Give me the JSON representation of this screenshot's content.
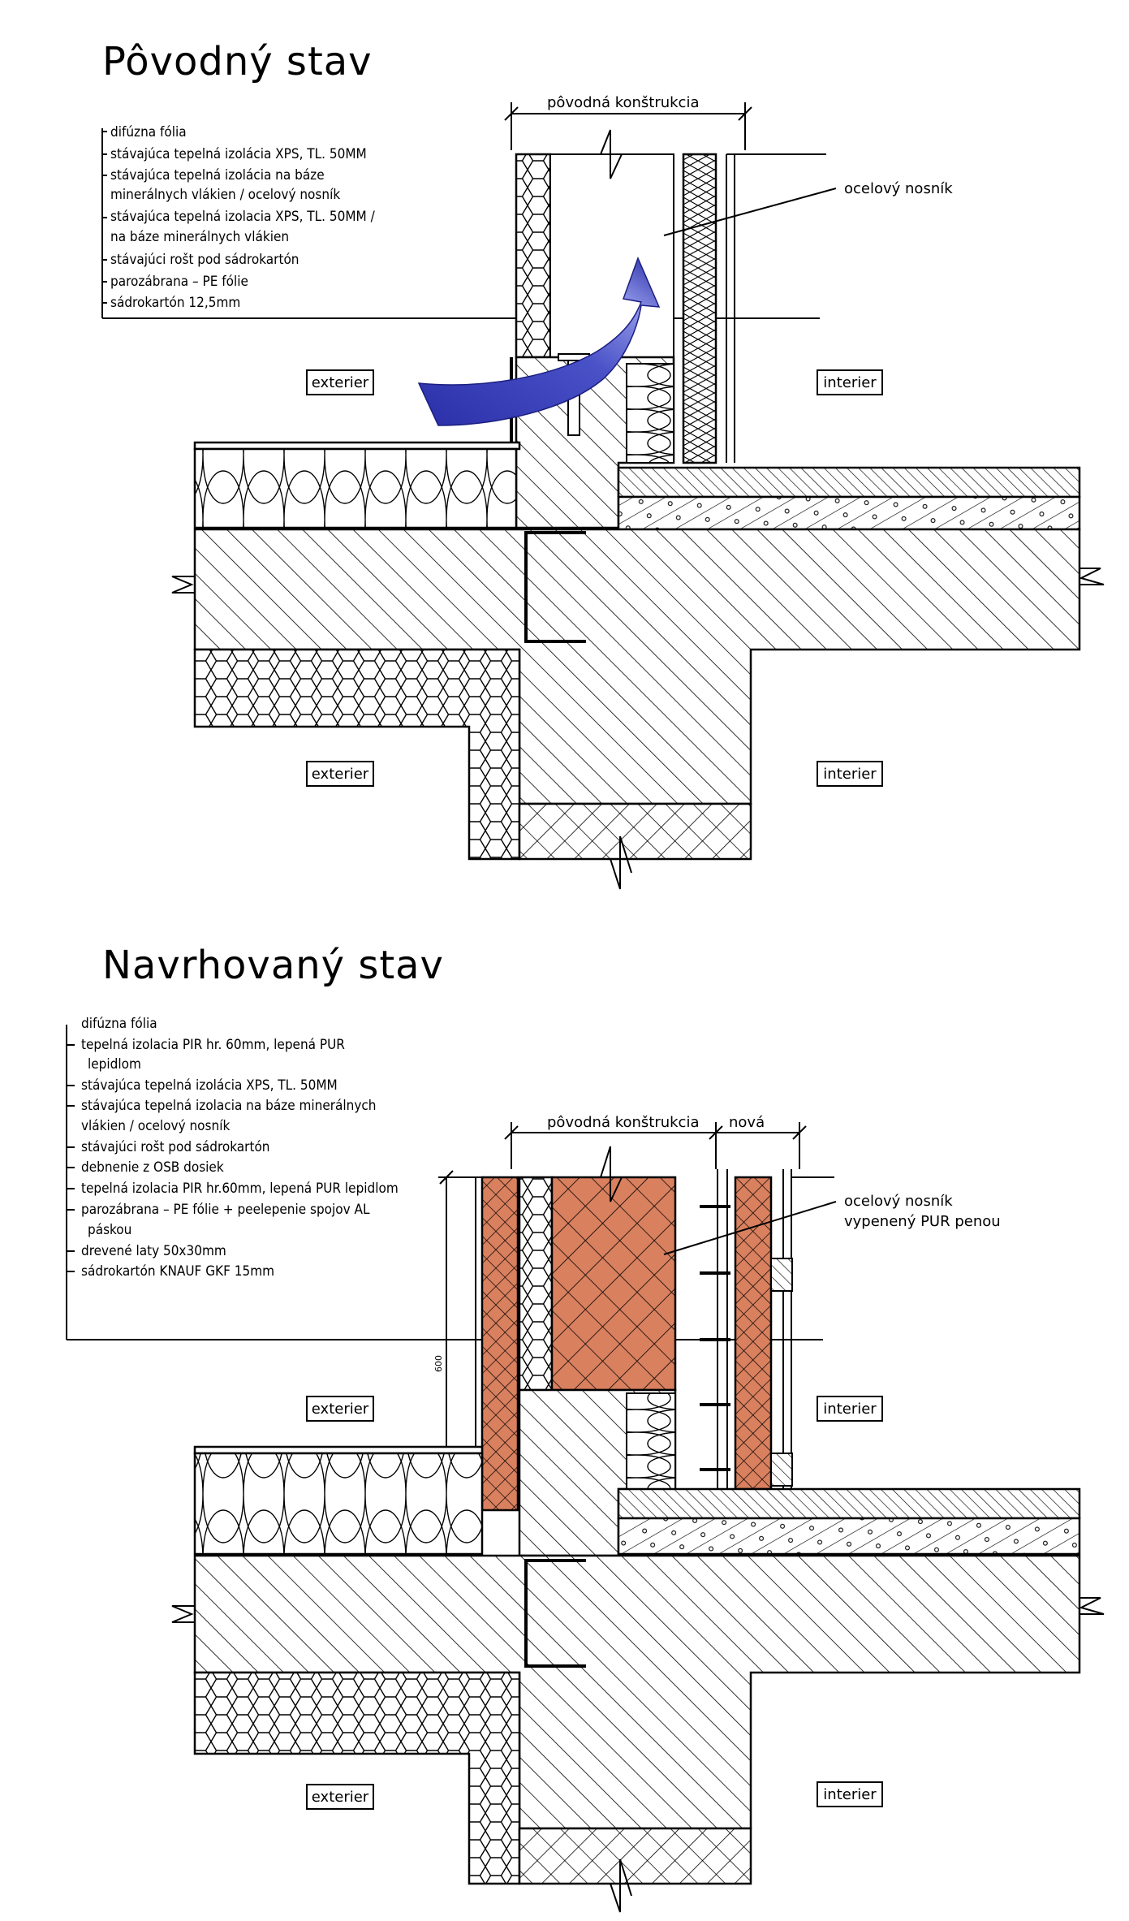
{
  "colors": {
    "arrow": "#2a2fa8",
    "arrow_light": "#7f86e0",
    "pur": "#d9805f",
    "line": "#000000"
  },
  "top": {
    "title": "Pôvodný stav",
    "dim_label": "pôvodná konštrukcia",
    "legend": [
      "difúzna fólia",
      "stávajúca tepelná izolácia XPS, TL. 50MM",
      "stávajúca tepelná izolácia na báze",
      "minerálnych vlákien / ocelový nosník",
      "stávajúca tepelná izolacia XPS, TL. 50MM /",
      "na báze minerálnych vlákien",
      "stávajúci rošt pod sádrokartón",
      "parozábrana – PE fólie",
      "sádrokartón 12,5mm"
    ],
    "beam_note": "ocelový nosník",
    "labels": {
      "ext_upper": "exterier",
      "int_upper": "interier",
      "ext_lower": "exterier",
      "int_lower": "interier"
    }
  },
  "bottom": {
    "title": "Navrhovaný stav",
    "dim_label_old": "pôvodná konštrukcia",
    "dim_label_new": "nová",
    "dim_vertical": "600",
    "legend": [
      "difúzna fólia",
      "tepelná izolacia PIR hr. 60mm, lepená PUR",
      "lepidlom",
      "stávajúca tepelná izolácia XPS, TL. 50MM",
      "stávajúca tepelná izolacia na báze minerálnych",
      "vlákien /     ocelový nosník",
      "stávajúci rošt  pod sádrokartón",
      "debnenie z OSB dosiek",
      "tepelná izolacia PIR hr.60mm, lepená PUR lepidlom",
      "parozábrana – PE fólie + peelepenie spojov AL",
      "páskou",
      "drevené laty 50x30mm",
      "sádrokartón KNAUF GKF 15mm"
    ],
    "beam_note_1": "ocelový nosník",
    "beam_note_2": "vypenený PUR penou",
    "labels": {
      "ext_upper": "exterier",
      "int_upper": "interier",
      "ext_lower": "exterier",
      "int_lower": "interier"
    }
  }
}
